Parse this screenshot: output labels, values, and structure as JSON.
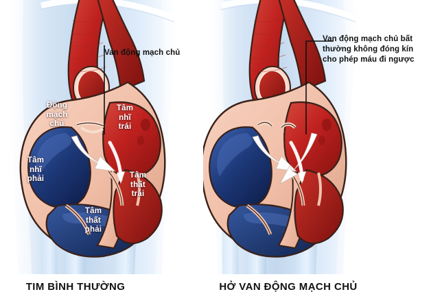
{
  "image": {
    "kind": "medical-illustration",
    "subject": "Aortic valve comparison diagram",
    "language": "vi"
  },
  "palette": {
    "background": "#ffffff",
    "body_silhouette": "#e8f0fa",
    "body_shadow": "#c5d8ec",
    "oxygenated_blood_red": "#c0211f",
    "oxygenated_blood_red_dark": "#8e1512",
    "oxygenated_blood_red_light": "#d8433a",
    "deoxygenated_blood_blue": "#1e3a7a",
    "deoxygenated_blood_blue_dark": "#10224f",
    "deoxygenated_blood_blue_light": "#3a5fae",
    "myocardium_pink": "#f2c3ad",
    "myocardium_pink_dark": "#d89b80",
    "outline": "#3a2018",
    "flow_arrow": "#ffffff",
    "leader_line": "#111111",
    "label_text": "#ffffff",
    "caption_text": "#111111"
  },
  "panels": [
    {
      "id": "normal-heart",
      "caption": "TIM BÌNH THƯỜNG",
      "annotation": {
        "text": "Van động mạch chủ",
        "leader": "vertical line from label down to aortic valve"
      },
      "chamber_labels": [
        {
          "id": "aorta",
          "text": "Động\nmạch\nchủ"
        },
        {
          "id": "left-atrium",
          "text": "Tâm\nnhĩ\ntrái"
        },
        {
          "id": "right-atrium",
          "text": "Tâm\nnhĩ\nphải"
        },
        {
          "id": "left-ventricle",
          "text": "Tâm\nthất\ntrái"
        },
        {
          "id": "right-ventricle",
          "text": "Tâm\nthất\nphải"
        }
      ],
      "flow_arrows": [
        {
          "id": "forward-flow",
          "direction": "down-right",
          "meaning": "normal outflow through closed-competent valve"
        }
      ]
    },
    {
      "id": "aortic-regurgitation-heart",
      "caption": "HỞ VAN ĐỘNG MẠCH CHỦ",
      "annotation": {
        "text": "Van động mạch chủ bất\nthường không đóng kín\ncho phép máu đi ngược",
        "leader": "elbow line from label left then down to abnormal valve"
      },
      "chamber_labels": [],
      "flow_arrows": [
        {
          "id": "forward-flow",
          "direction": "down-right",
          "meaning": "outflow"
        },
        {
          "id": "regurgitant-flow",
          "direction": "down-left",
          "meaning": "backflow through incompetent valve"
        }
      ]
    }
  ]
}
